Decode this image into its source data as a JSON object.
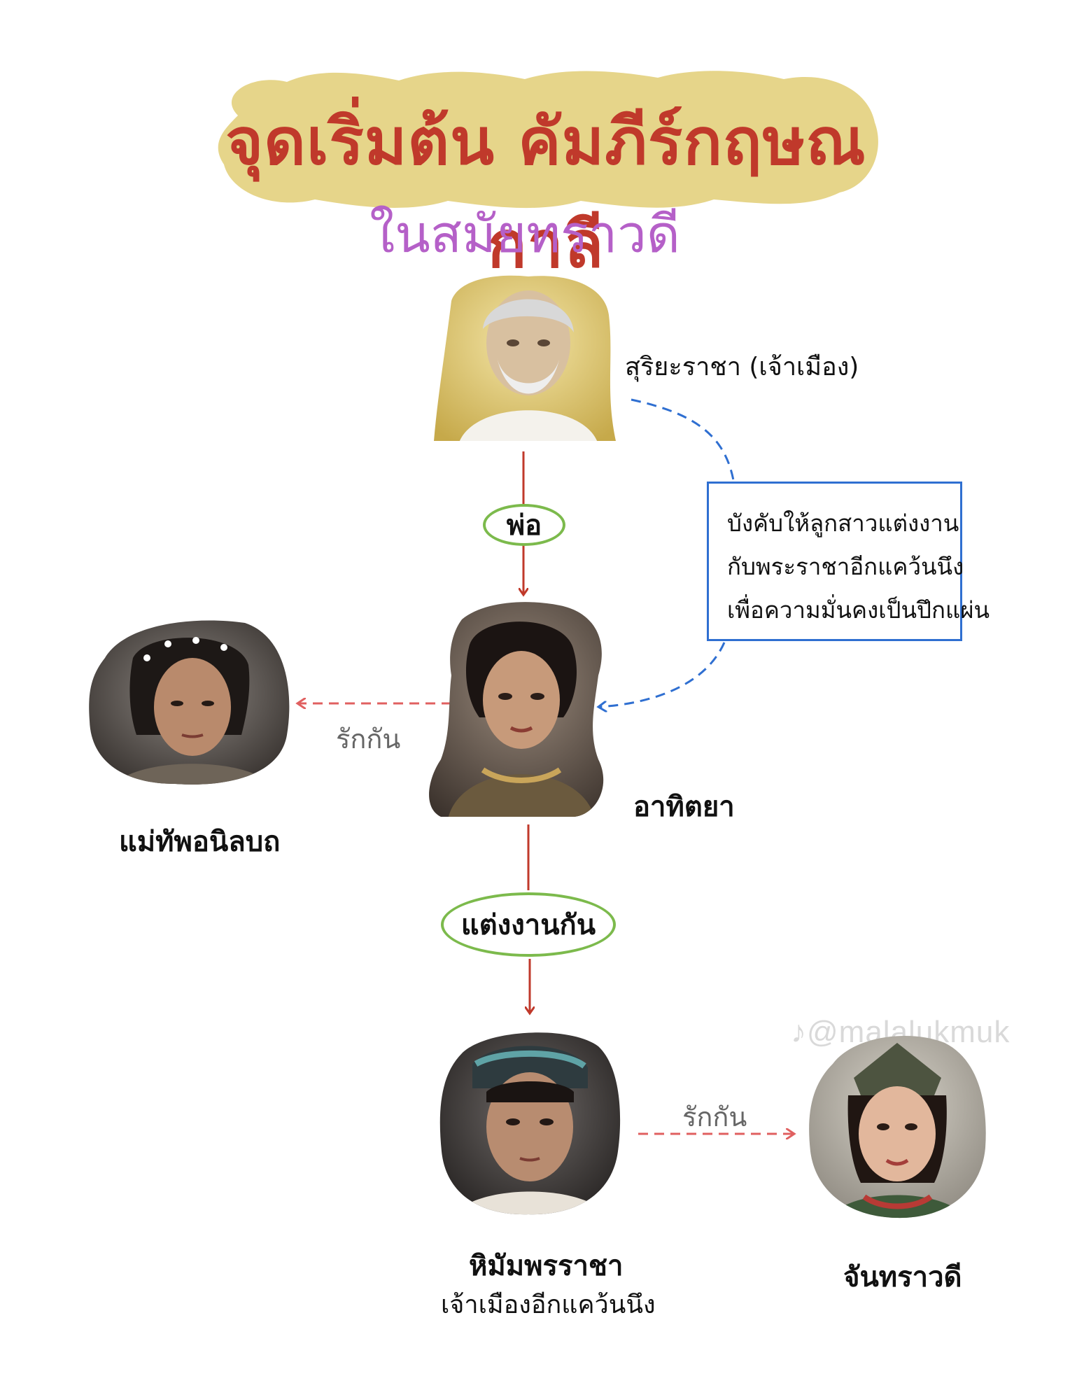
{
  "title": "จุดเริ่มต้น คัมภีร์กฤษณกาลี",
  "subtitle": "ในสมัยทราวดี",
  "colors": {
    "title_text": "#c0392b",
    "title_highlight": "#e6d58a",
    "subtitle_text": "#b560c8",
    "relation_arrow": "#c0392b",
    "love_arrow": "#e06060",
    "note_arrow": "#2f6fd1",
    "pill_border": "#7cba4c",
    "note_border": "#2f6fd1"
  },
  "characters": {
    "suriyaracha": {
      "name": "สุริยะราชา (เจ้าเมือง)",
      "icon": "elderly-king-portrait"
    },
    "athitaya": {
      "name": "อาทิตยา",
      "icon": "princess-portrait"
    },
    "general": {
      "name": "แม่ทัพอนิลบถ",
      "icon": "general-portrait"
    },
    "himmaporn": {
      "name": "หิมัมพรราชา",
      "subtitle": "เจ้าเมืองอีกแคว้นนึง",
      "icon": "king-portrait"
    },
    "chantrawadee": {
      "name": "จันทราวดี",
      "icon": "lady-portrait"
    }
  },
  "relations": {
    "father": "พ่อ",
    "married": "แต่งงานกัน",
    "love_left": "รักกัน",
    "love_right": "รักกัน"
  },
  "note": {
    "lines": [
      "บังคับให้ลูกสาวแต่งงาน",
      "กับพระราชาอีกแคว้นนึง",
      "เพื่อความมั่นคงเป็นปึกแผ่น"
    ]
  },
  "watermark": "♪@malalukmuk"
}
